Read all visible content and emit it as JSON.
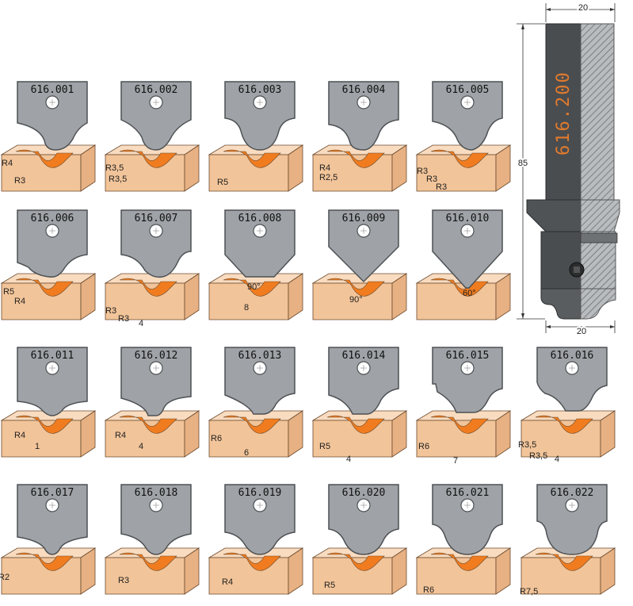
{
  "colors": {
    "insert_fill": "#9fa3a7",
    "insert_stroke": "#4d5154",
    "wood_front": "#f2c499",
    "wood_top": "#f9dcc0",
    "wood_stroke": "#6b4a2e",
    "profile_orange": "#f07c1f",
    "shank": "#4a4d50",
    "hatch": "#888b8e",
    "code_orange": "#e07a2c"
  },
  "tool": {
    "code": "616.200",
    "top_width": "20",
    "bottom_width": "20",
    "height": "85"
  },
  "items": [
    {
      "code": "616.001",
      "labels": [
        "R4",
        "R3"
      ]
    },
    {
      "code": "616.002",
      "labels": [
        "R3,5",
        "R3,5"
      ]
    },
    {
      "code": "616.003",
      "labels": [
        "R5"
      ]
    },
    {
      "code": "616.004",
      "labels": [
        "R4",
        "R2,5"
      ]
    },
    {
      "code": "616.005",
      "labels": [
        "R3",
        "R3",
        "R3"
      ]
    },
    {
      "code": "616.006",
      "labels": [
        "R5",
        "R4"
      ]
    },
    {
      "code": "616.007",
      "labels": [
        "R3",
        "R3",
        "4"
      ]
    },
    {
      "code": "616.008",
      "labels": [
        "90°",
        "8"
      ]
    },
    {
      "code": "616.009",
      "labels": [
        "90°"
      ]
    },
    {
      "code": "616.010",
      "labels": [
        "60°"
      ]
    },
    {
      "code": "616.011",
      "labels": [
        "R4",
        "1"
      ]
    },
    {
      "code": "616.012",
      "labels": [
        "R4",
        "4"
      ]
    },
    {
      "code": "616.013",
      "labels": [
        "R6",
        "6"
      ]
    },
    {
      "code": "616.014",
      "labels": [
        "R5",
        "4"
      ]
    },
    {
      "code": "616.015",
      "labels": [
        "R6",
        "7"
      ]
    },
    {
      "code": "616.016",
      "labels": [
        "R3,5",
        "R3,5",
        "4"
      ]
    },
    {
      "code": "616.017",
      "labels": [
        "R2"
      ]
    },
    {
      "code": "616.018",
      "labels": [
        "R3"
      ]
    },
    {
      "code": "616.019",
      "labels": [
        "R4"
      ]
    },
    {
      "code": "616.020",
      "labels": [
        "R5"
      ]
    },
    {
      "code": "616.021",
      "labels": [
        "R6"
      ]
    },
    {
      "code": "616.022",
      "labels": [
        "R7,5"
      ]
    }
  ]
}
